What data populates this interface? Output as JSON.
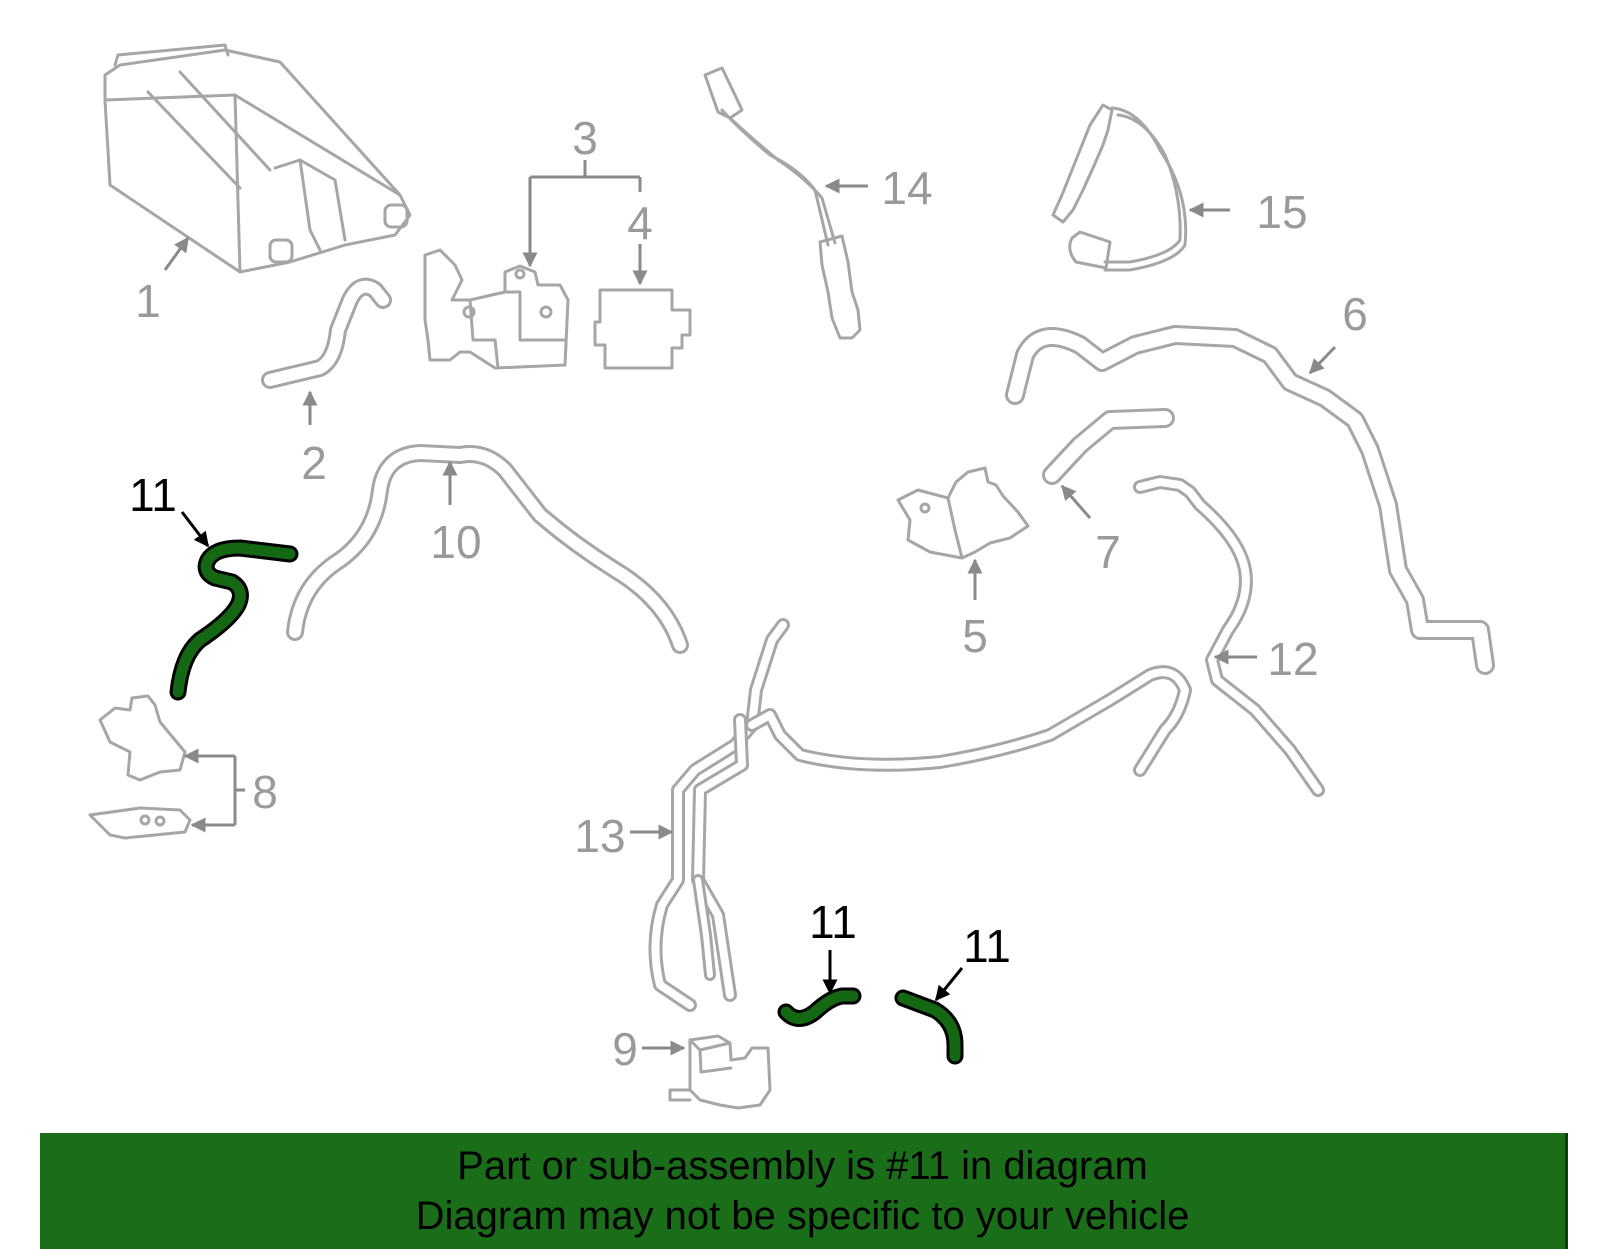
{
  "callouts": {
    "n1": "1",
    "n2": "2",
    "n3": "3",
    "n4": "4",
    "n5": "5",
    "n6": "6",
    "n7": "7",
    "n8": "8",
    "n9": "9",
    "n10": "10",
    "n11a": "11",
    "n11b": "11",
    "n11c": "11",
    "n12": "12",
    "n13": "13",
    "n14": "14",
    "n15": "15"
  },
  "highlight_part": "11",
  "colors": {
    "highlight": "#146814",
    "banner": "#1a6e1a",
    "line_art": "#a6a6a6"
  },
  "banner": {
    "line1": "Part or sub-assembly is #11 in diagram",
    "line2": "Diagram may not be specific to your vehicle"
  }
}
